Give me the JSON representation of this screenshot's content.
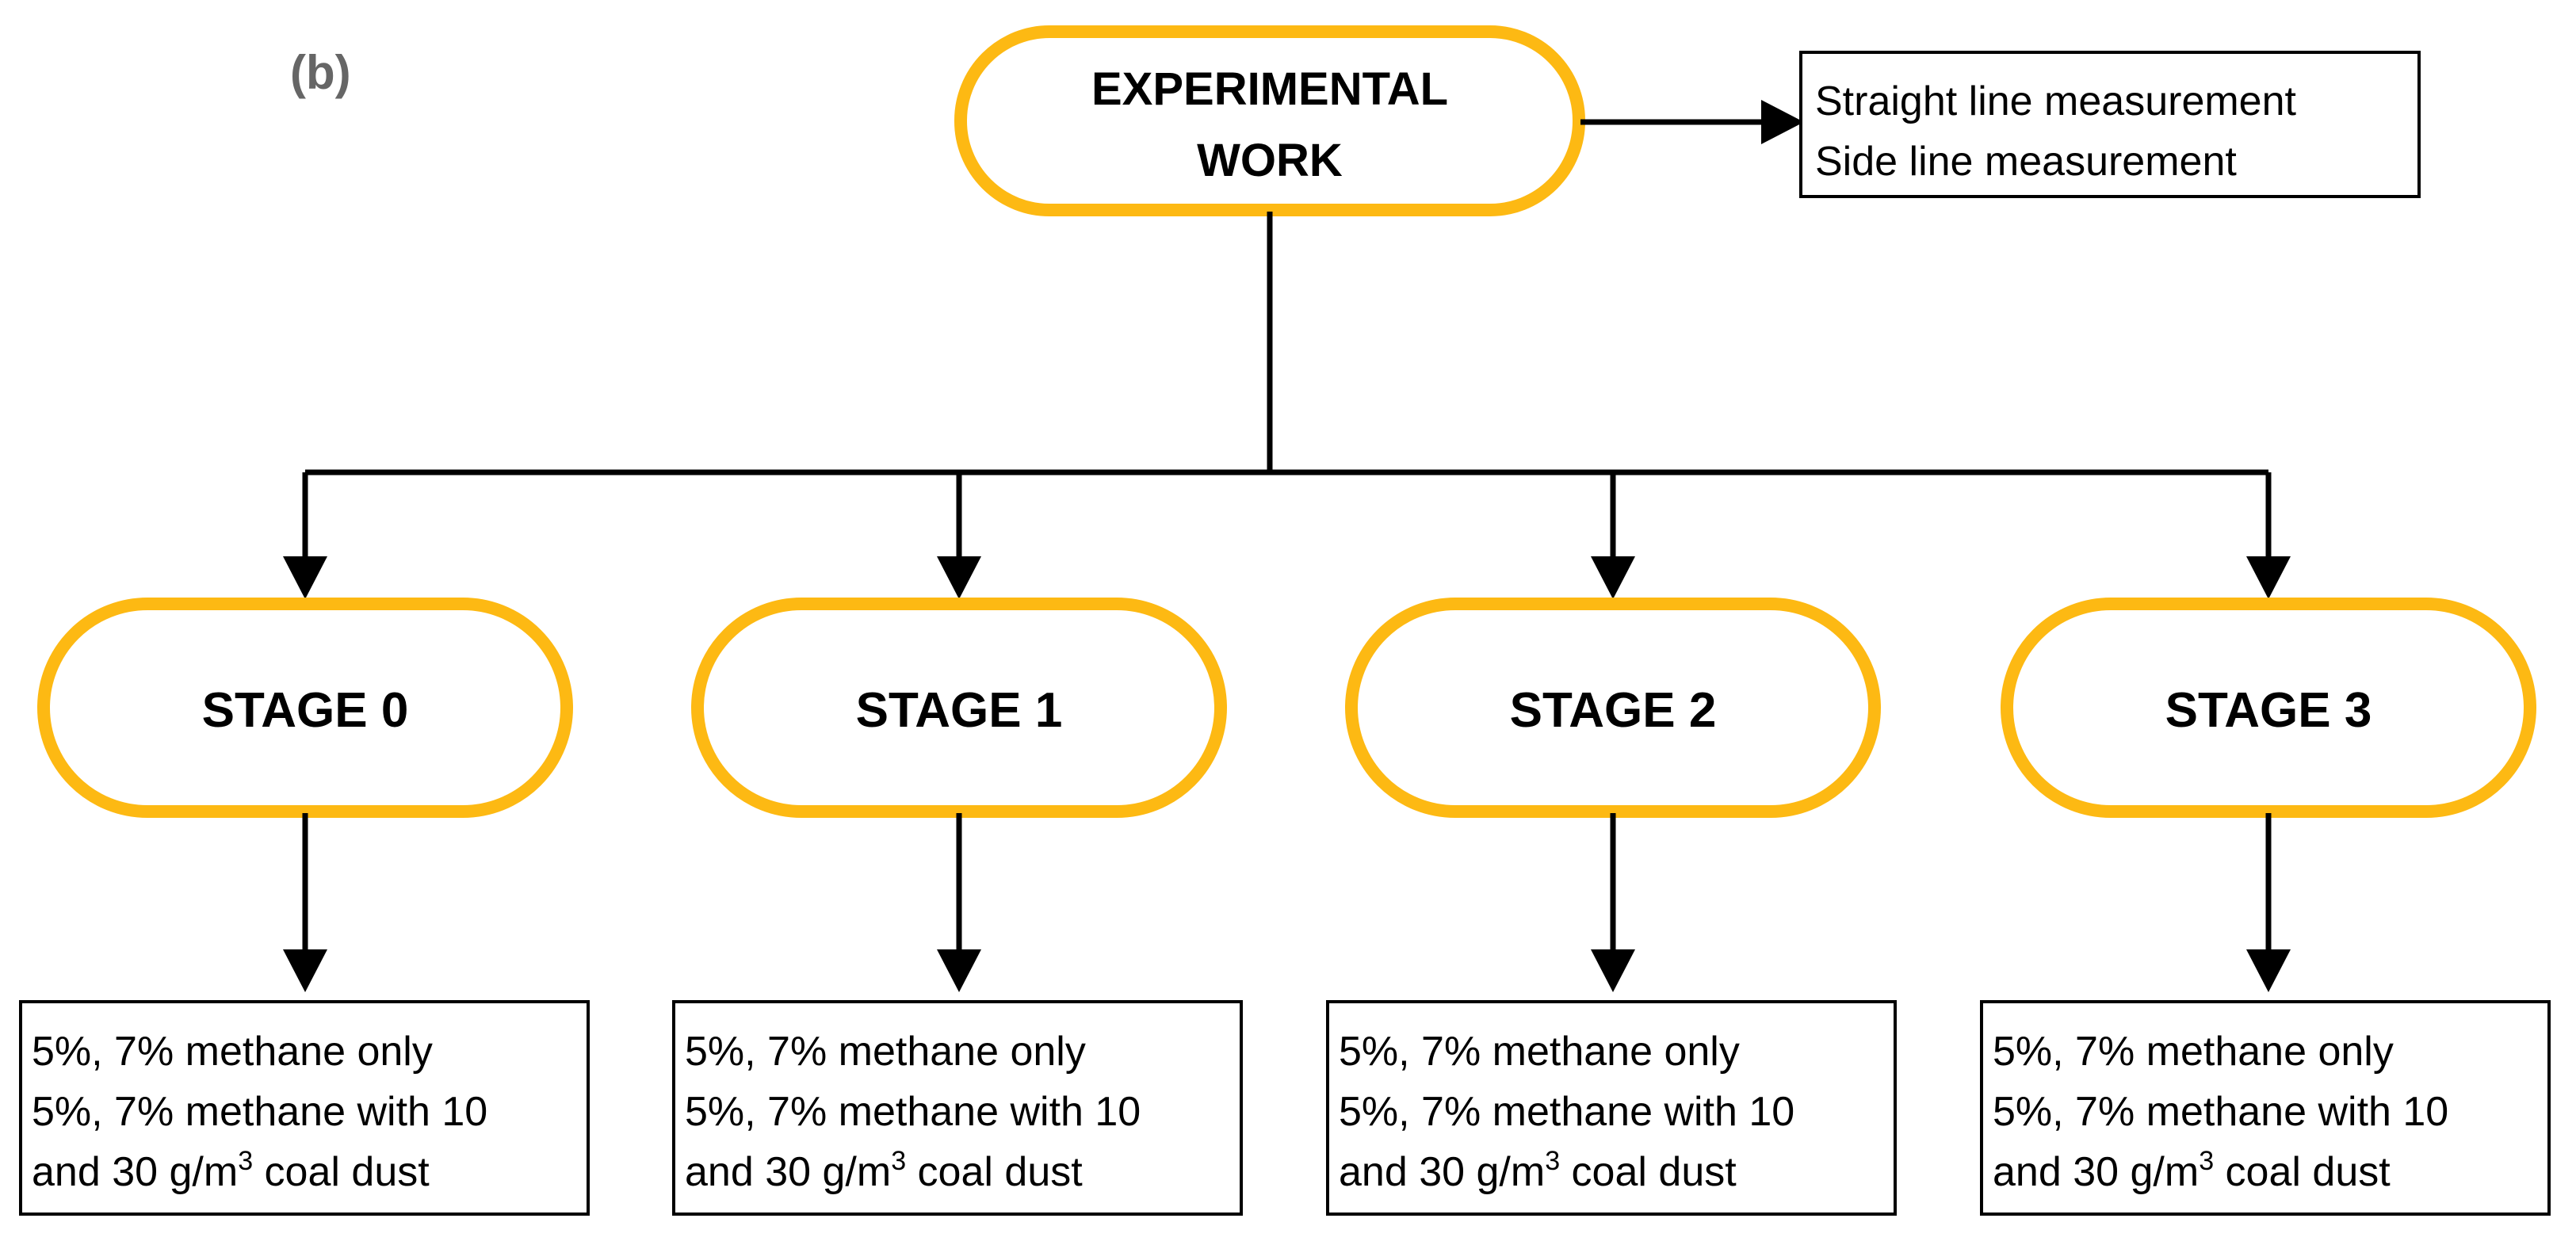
{
  "panel_label": "(b)",
  "colors": {
    "pill_border": "#FDB913",
    "line": "#000000",
    "box_border": "#000000",
    "text": "#000000",
    "panel_label": "#666666"
  },
  "root": {
    "line1": "EXPERIMENTAL",
    "line2": "WORK"
  },
  "measurements": [
    "Straight line measurement",
    "Side line measurement"
  ],
  "stages": [
    {
      "label": "STAGE 0",
      "conditions": {
        "line1": "5%, 7% methane only",
        "line2": "5%, 7% methane with 10",
        "line3_pre": "and 30 g/m",
        "line3_sup": "3",
        "line3_post": " coal dust"
      }
    },
    {
      "label": "STAGE 1",
      "conditions": {
        "line1": "5%, 7% methane only",
        "line2": "5%, 7% methane with 10",
        "line3_pre": "and 30 g/m",
        "line3_sup": "3",
        "line3_post": " coal dust"
      }
    },
    {
      "label": "STAGE 2",
      "conditions": {
        "line1": "5%, 7% methane only",
        "line2": "5%, 7% methane with 10",
        "line3_pre": "and 30 g/m",
        "line3_sup": "3",
        "line3_post": " coal dust"
      }
    },
    {
      "label": "STAGE 3",
      "conditions": {
        "line1": "5%, 7% methane only",
        "line2": "5%, 7% methane with 10",
        "line3_pre": "and 30 g/m",
        "line3_sup": "3",
        "line3_post": " coal dust"
      }
    }
  ]
}
